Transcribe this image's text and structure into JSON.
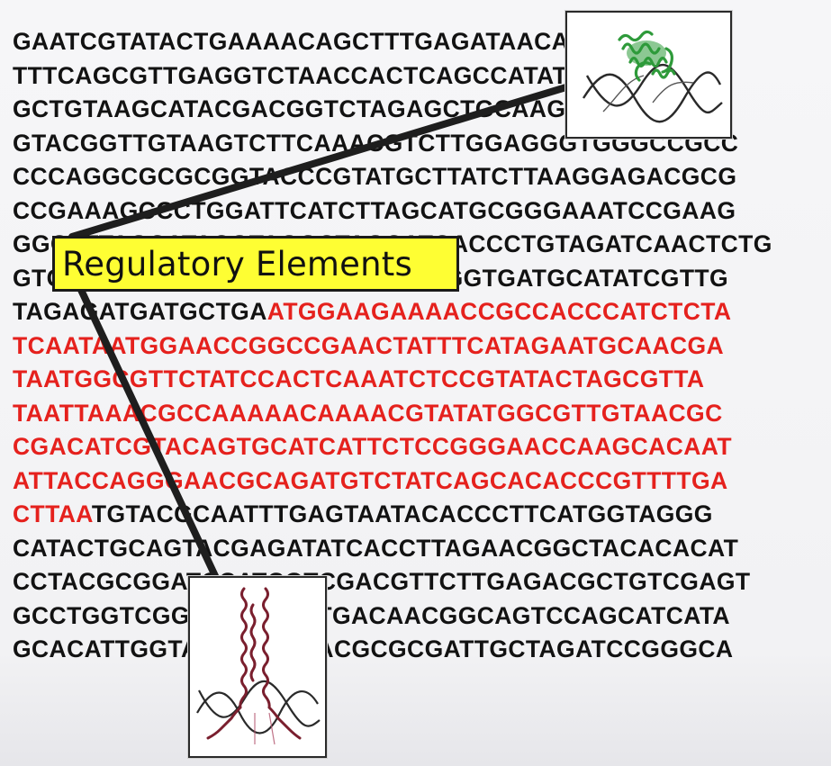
{
  "sequence_rows": [
    [
      {
        "text": "GAATCGTATACTGAAAACAGCTTTGAGATAACACGAAACCGA",
        "color": "black"
      }
    ],
    [
      {
        "text": "TTTCAGCGTTGAGGTCTAACCACTCAGCCATATGTGTGTGG",
        "color": "black"
      }
    ],
    [
      {
        "text": "GCTGTAAGCATACGACGGTCTAGAGCTGCAAGTTCCCGAA",
        "color": "black"
      }
    ],
    [
      {
        "text": "GTACGGTTGTAAGTCTTCAAACGTCTTGGAGGGTGGGCCGCC",
        "color": "black"
      }
    ],
    [
      {
        "text": "CCCAGGCGCGCGGTACCCGTATGCTTATCTTAAGGAGACGCG",
        "color": "black"
      }
    ],
    [
      {
        "text": "CCGAAAGCCCTGGATTCATCTTAGCATGCGGGAAATCCGAAG",
        "color": "black"
      }
    ],
    [
      {
        "text": "GGCATTAGCATACGTAGGCTAGCATCACCCTGTAGATCAACTCTG",
        "color": "black"
      }
    ],
    [
      {
        "text": "GTCCGAGCGATACCGACTCTACACGGGTGATGCATATCGTTG",
        "color": "black"
      }
    ],
    [
      {
        "text": "TAGAGATGATGCTGA",
        "color": "black"
      },
      {
        "text": "ATGGAAGAAAACCGCCACCCATCTCTA",
        "color": "red"
      }
    ],
    [
      {
        "text": "TCAATAATGGAACCGGCCGAACTATTTCATAGAATGCAACGA",
        "color": "red"
      }
    ],
    [
      {
        "text": "TAATGGCGTTCTATCCACTCAAATCTCCGTATACTAGCGTTA",
        "color": "red"
      }
    ],
    [
      {
        "text": "TAATTAAACGCCAAAAACAAAACGTATATGGCGTTGTAACGC",
        "color": "red"
      }
    ],
    [
      {
        "text": "CGACATCGTACAGTGCATCATTCTCCGGGAACCAAGCACAAT",
        "color": "red"
      }
    ],
    [
      {
        "text": "ATTACCAGGGAACGCAGATGTCTATCAGCACACCCGTTTTGA",
        "color": "red"
      }
    ],
    [
      {
        "text": "CTTAA",
        "color": "red"
      },
      {
        "text": "TGTACGCAATTTGAGTAATACACCCTTCATGGTAGGG",
        "color": "black"
      }
    ],
    [
      {
        "text": "CATACTGCAGTACGAGATATCACCTTAGAACGGCTACACACAT",
        "color": "black"
      }
    ],
    [
      {
        "text": "CCTACGCGGATCCATCGTCGACGTTCTTGAGACGCTGTCGAGT",
        "color": "black"
      }
    ],
    [
      {
        "text": "GCCTGGTCGGACTCATTATGACAACGGCAGTCCAGCATCATA",
        "color": "black"
      }
    ],
    [
      {
        "text": "GCACATTGGTACTCACTCACGCGCGATTGCTAGATCCGGGCA",
        "color": "black"
      }
    ]
  ],
  "label": {
    "text": "Regulatory Elements"
  },
  "colors": {
    "sequence_black": "#121212",
    "gene_red": "#e5211d",
    "label_fill": "#fefe33",
    "connector": "#1e1e1e",
    "protein_green": "#2e9a3a",
    "protein_maroon": "#7a1f2e",
    "dna_strand": "#2a2a2a"
  },
  "icons": {
    "top_inset": "dna-bound-protein-helix-icon",
    "bottom_inset": "coiled-coil-transcription-factor-icon"
  }
}
